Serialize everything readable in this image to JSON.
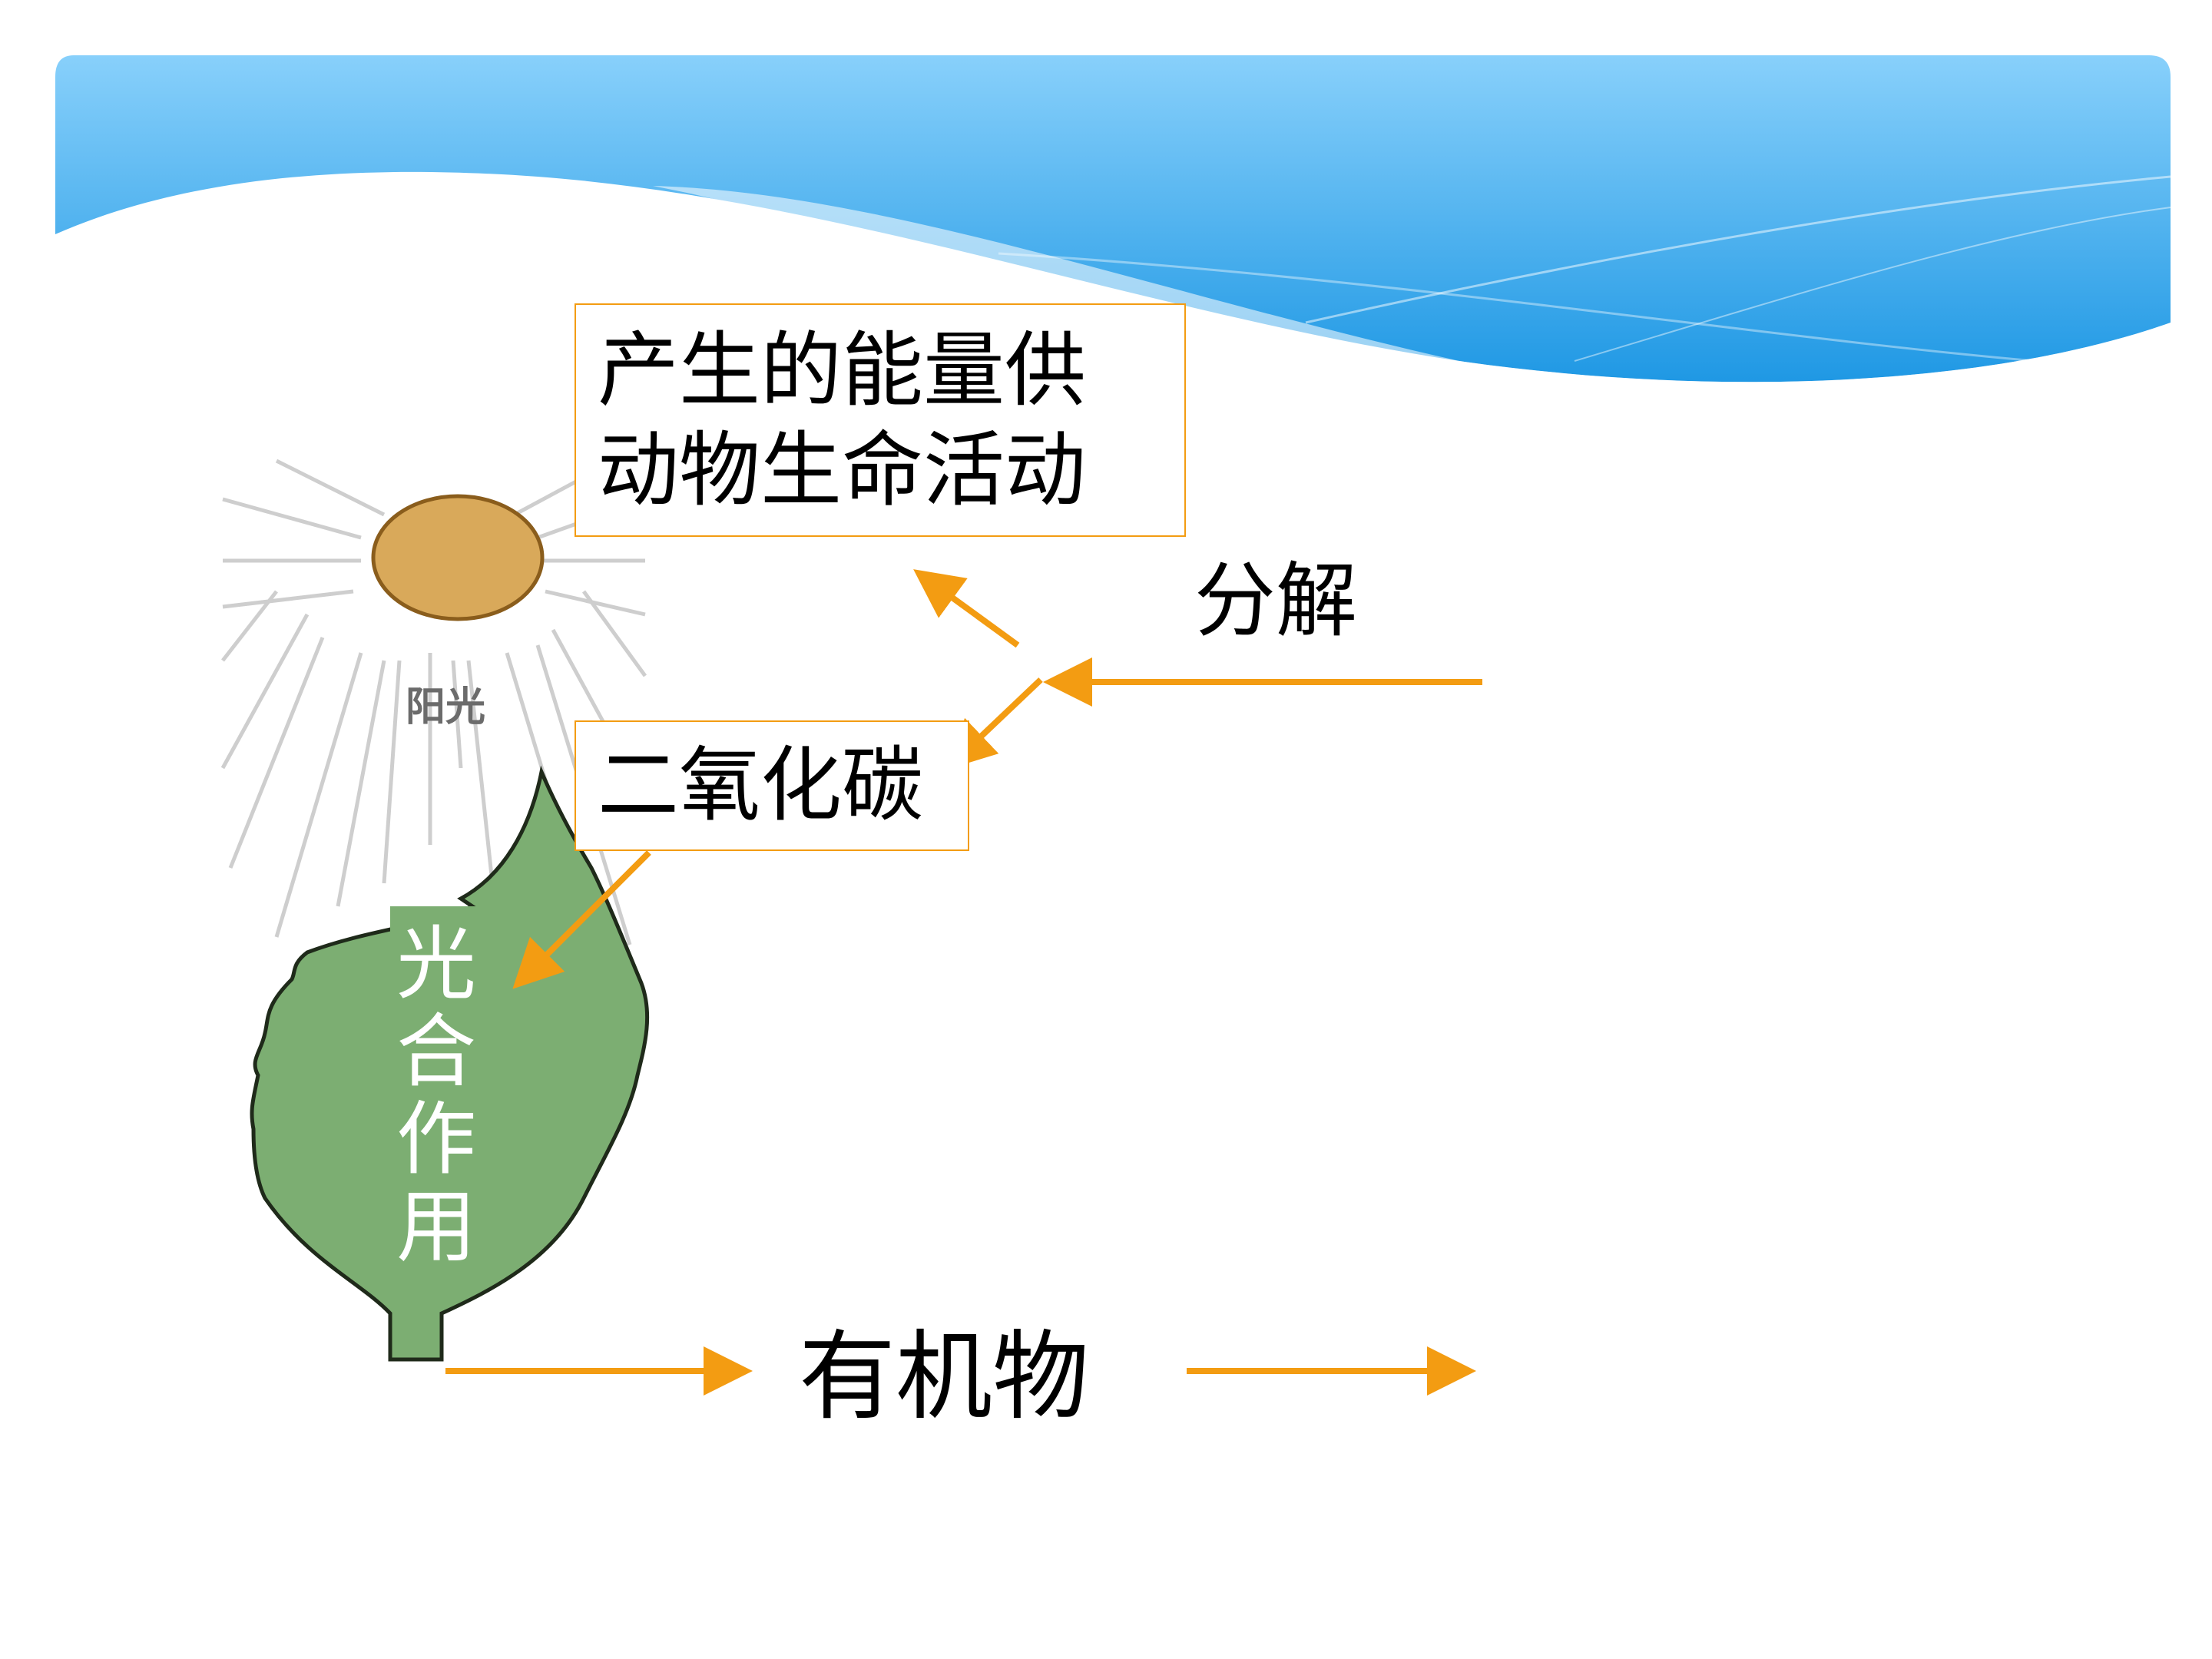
{
  "colors": {
    "header_blue": "#2fa4e7",
    "arrow_orange": "#f39c12",
    "leaf_green": "#7cae72",
    "sun_fill": "#d9a95a"
  },
  "diagram": {
    "energy_box": {
      "line1": "产生的能量供",
      "line2": "动物生命活动"
    },
    "co2_label": "二氧化碳",
    "decompose_label": "分解",
    "organic_label": "有机物",
    "sunlight_label": "阳光",
    "photosynthesis_label": "光合作用"
  }
}
